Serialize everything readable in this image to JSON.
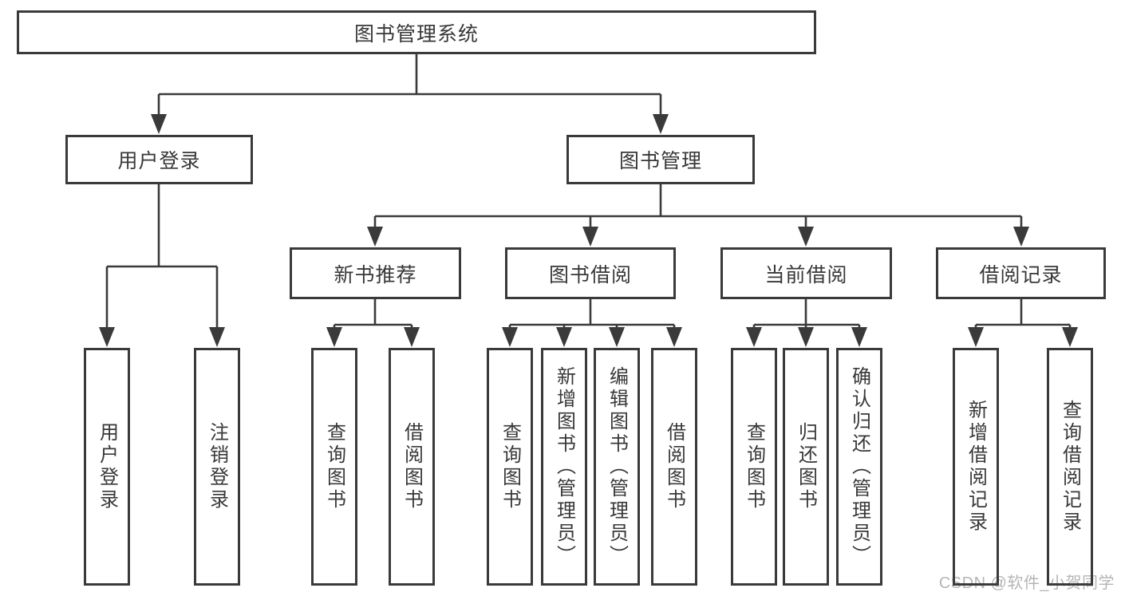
{
  "diagram": {
    "type": "hierarchy-tree",
    "tree": {
      "label": "图书管理系统",
      "children": [
        {
          "label": "用户登录",
          "children": [
            {
              "label": "用户登录"
            },
            {
              "label": "注销登录"
            }
          ]
        },
        {
          "label": "图书管理",
          "children": [
            {
              "label": "新书推荐",
              "children": [
                {
                  "label": "查询图书"
                },
                {
                  "label": "借阅图书"
                }
              ]
            },
            {
              "label": "图书借阅",
              "children": [
                {
                  "label": "查询图书"
                },
                {
                  "label": "新增图书（管理员）"
                },
                {
                  "label": "编辑图书（管理员）"
                },
                {
                  "label": "借阅图书"
                }
              ]
            },
            {
              "label": "当前借阅",
              "children": [
                {
                  "label": "查询图书"
                },
                {
                  "label": "归还图书"
                },
                {
                  "label": "确认归还（管理员）"
                }
              ]
            },
            {
              "label": "借阅记录",
              "children": [
                {
                  "label": "新增借阅记录"
                },
                {
                  "label": "查询借阅记录"
                }
              ]
            }
          ]
        }
      ]
    }
  },
  "watermark": {
    "text": "CSDN @软件_小贺同学"
  },
  "colors": {
    "background": "#ffffff",
    "line": "#3a3a3a",
    "box_border": "#3a3a3a",
    "text": "#383838",
    "watermark": "#b5b5b5"
  }
}
